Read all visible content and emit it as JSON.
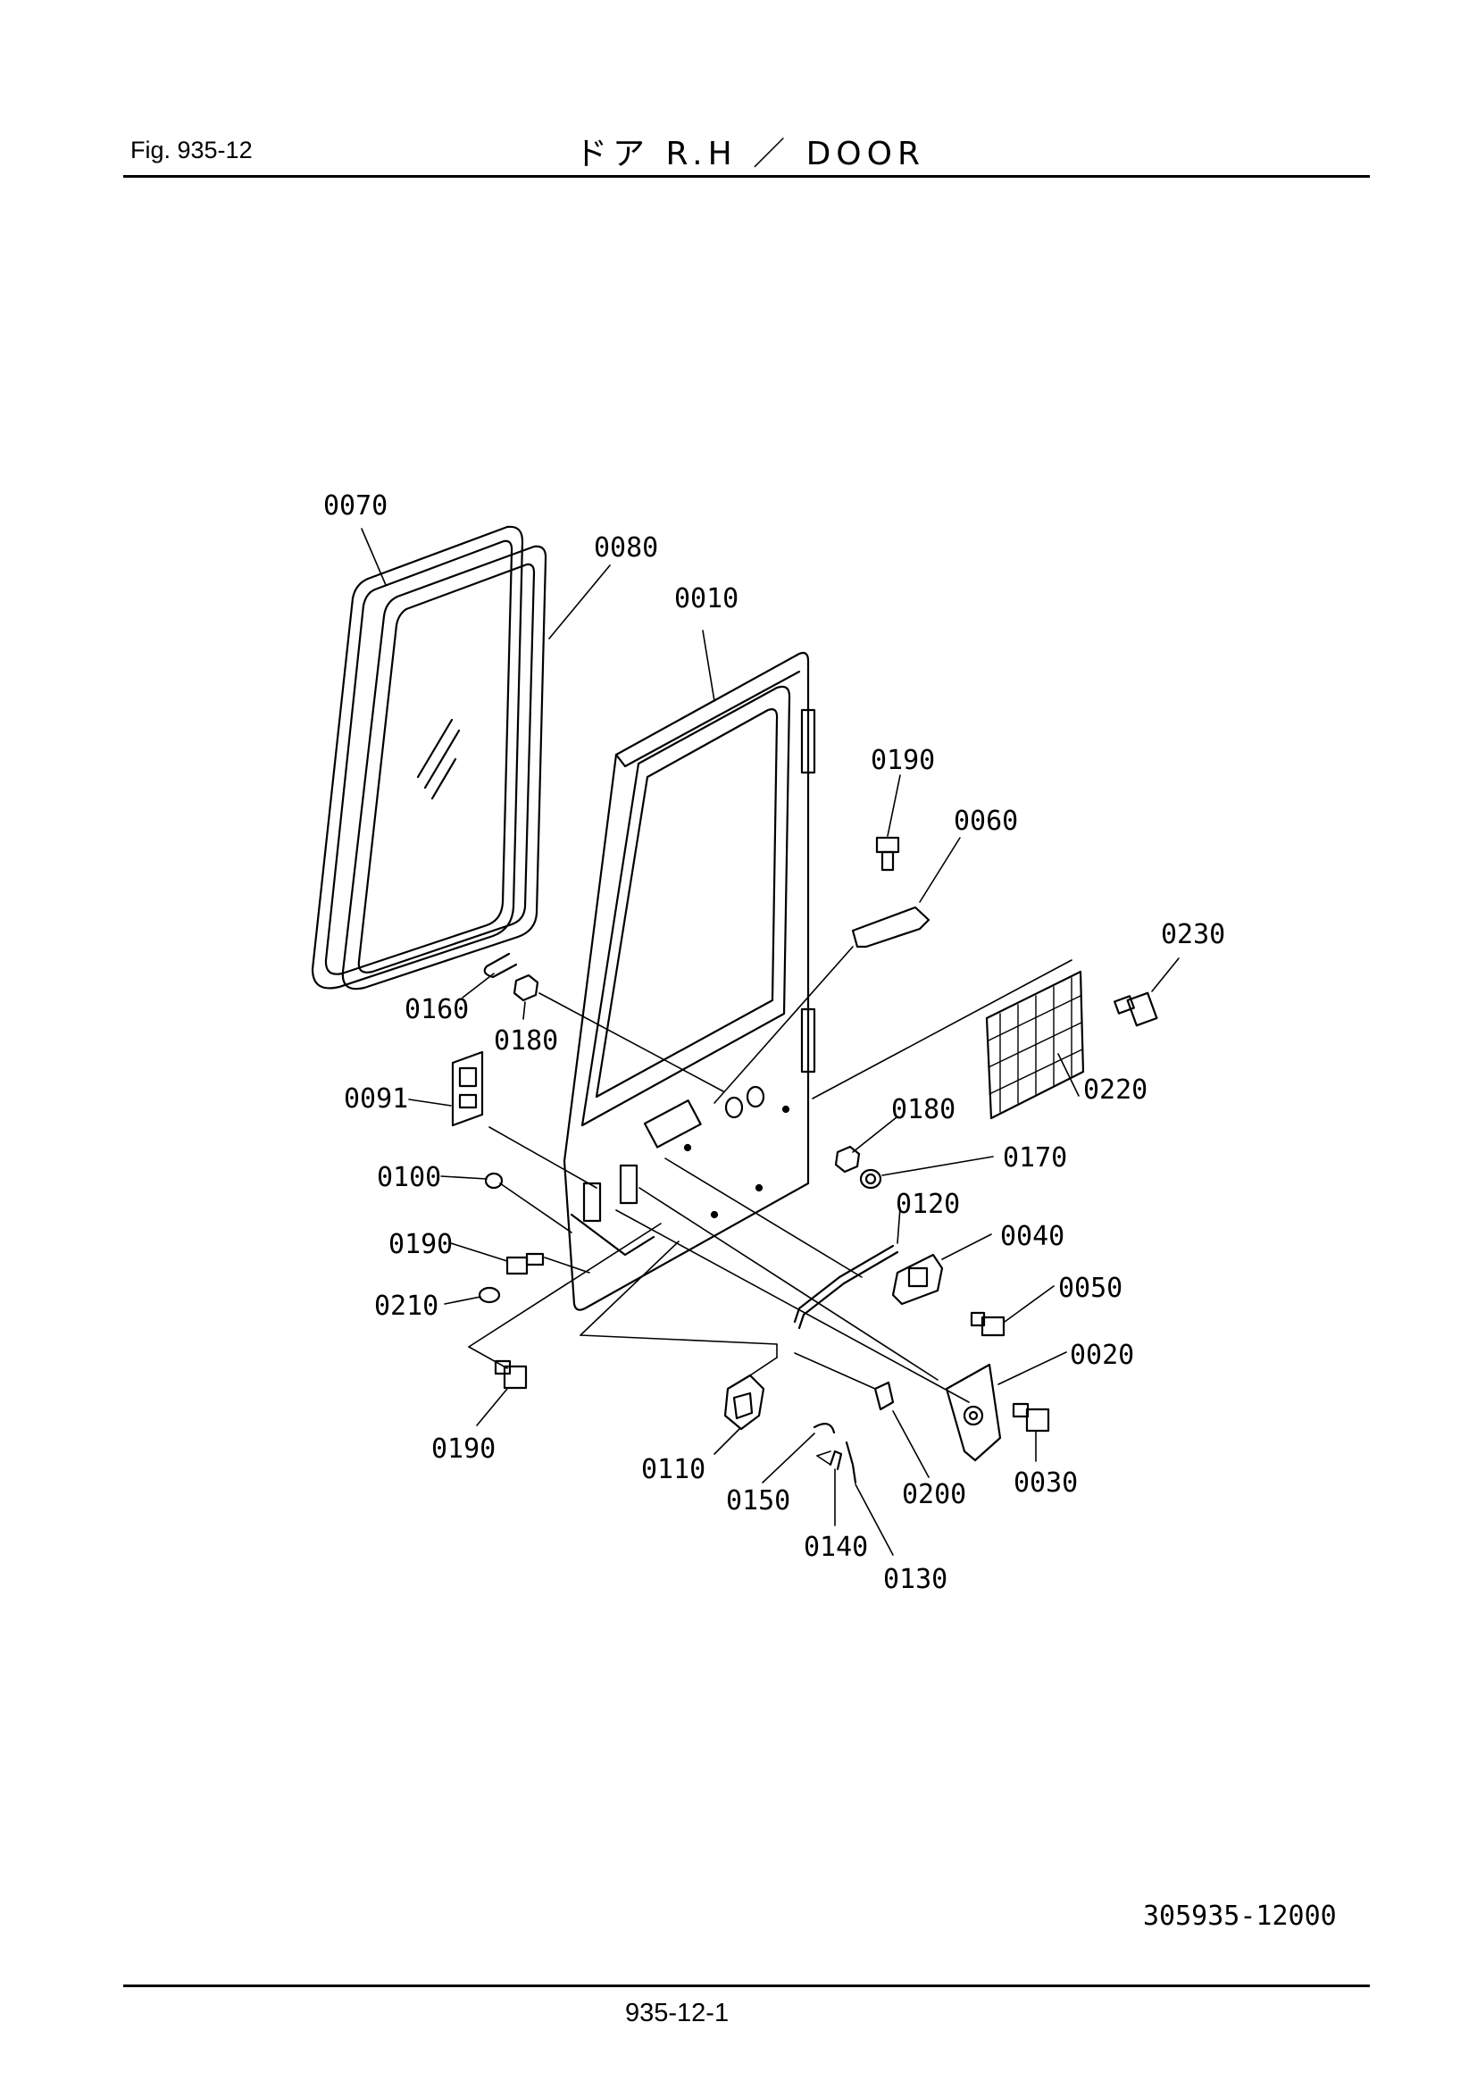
{
  "header": {
    "figure_label": "Fig.  935-12",
    "title": "ドア  R.H  ／  DOOR"
  },
  "footer": {
    "drawing_number": "305935-12000",
    "page_number": "935-12-1"
  },
  "callouts": [
    {
      "id": "c0070",
      "label": "0070"
    },
    {
      "id": "c0080",
      "label": "0080"
    },
    {
      "id": "c0010",
      "label": "0010"
    },
    {
      "id": "c0190a",
      "label": "0190"
    },
    {
      "id": "c0060",
      "label": "0060"
    },
    {
      "id": "c0230",
      "label": "0230"
    },
    {
      "id": "c0160",
      "label": "0160"
    },
    {
      "id": "c0180a",
      "label": "0180"
    },
    {
      "id": "c0220",
      "label": "0220"
    },
    {
      "id": "c0091",
      "label": "0091"
    },
    {
      "id": "c0180b",
      "label": "0180"
    },
    {
      "id": "c0170",
      "label": "0170"
    },
    {
      "id": "c0100",
      "label": "0100"
    },
    {
      "id": "c0120",
      "label": "0120"
    },
    {
      "id": "c0040",
      "label": "0040"
    },
    {
      "id": "c0190b",
      "label": "0190"
    },
    {
      "id": "c0050",
      "label": "0050"
    },
    {
      "id": "c0210",
      "label": "0210"
    },
    {
      "id": "c0020",
      "label": "0020"
    },
    {
      "id": "c0190c",
      "label": "0190"
    },
    {
      "id": "c0110",
      "label": "0110"
    },
    {
      "id": "c0200",
      "label": "0200"
    },
    {
      "id": "c0030",
      "label": "0030"
    },
    {
      "id": "c0150",
      "label": "0150"
    },
    {
      "id": "c0140",
      "label": "0140"
    },
    {
      "id": "c0130",
      "label": "0130"
    }
  ]
}
